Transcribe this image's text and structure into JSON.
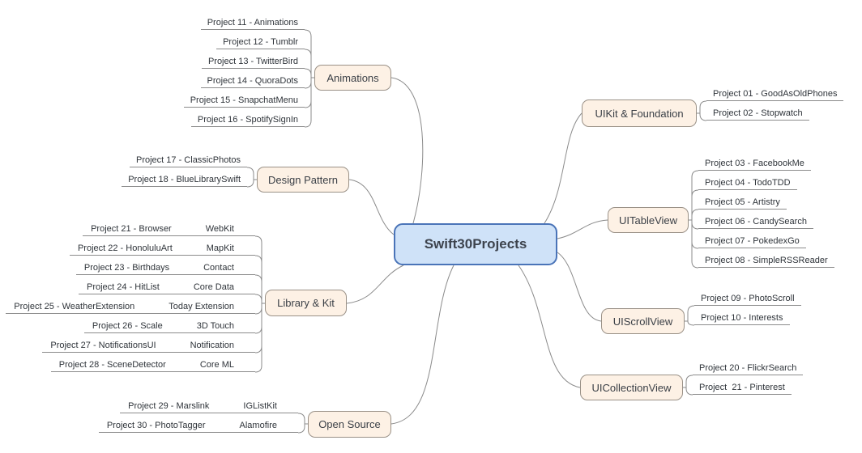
{
  "center": {
    "label": "Swift30Projects"
  },
  "colors": {
    "center_fill": "#cfe2f8",
    "center_border": "#4a74b8",
    "branch_fill": "#fdf1e5",
    "branch_border": "#9a9187",
    "connector_line": "#8b8b8b"
  },
  "branches": {
    "uikit_foundation": {
      "label": "UIKit & Foundation",
      "leaves": [
        "Project 01 - GoodAsOldPhones",
        "Project 02 - Stopwatch"
      ]
    },
    "uitableview": {
      "label": "UITableView",
      "leaves": [
        "Project 03 - FacebookMe",
        "Project 04 - TodoTDD",
        "Project 05 - Artistry",
        "Project 06 - CandySearch",
        "Project 07 - PokedexGo",
        "Project 08 - SimpleRSSReader"
      ]
    },
    "uiscrollview": {
      "label": "UIScrollView",
      "leaves": [
        "Project 09 - PhotoScroll",
        "Project 10 - Interests"
      ]
    },
    "uicollectionview": {
      "label": "UICollectionView",
      "leaves": [
        "Project 20 - FlickrSearch",
        "Project  21 - Pinterest"
      ]
    },
    "animations": {
      "label": "Animations",
      "leaves": [
        "Project 11 - Animations",
        "Project 12 - Tumblr",
        "Project 13 - TwitterBird",
        "Project 14 - QuoraDots",
        "Project 15 - SnapchatMenu",
        "Project 16 - SpotifySignIn"
      ]
    },
    "design_pattern": {
      "label": "Design Pattern",
      "leaves": [
        "Project 17 - ClassicPhotos",
        "Project 18 - BlueLibrarySwift"
      ]
    },
    "library_kit": {
      "label": "Library & Kit",
      "leaves": [
        {
          "project": "Project 21 - Browser",
          "kit": "WebKit"
        },
        {
          "project": "Project 22 - HonoluluArt",
          "kit": "MapKit"
        },
        {
          "project": "Project 23 - Birthdays",
          "kit": "Contact"
        },
        {
          "project": "Project 24 - HitList",
          "kit": "Core Data"
        },
        {
          "project": "Project 25 - WeatherExtension",
          "kit": "Today Extension"
        },
        {
          "project": "Project 26 - Scale",
          "kit": "3D Touch"
        },
        {
          "project": "Project 27 - NotificationsUI",
          "kit": "Notification"
        },
        {
          "project": "Project 28 - SceneDetector",
          "kit": "Core ML"
        }
      ]
    },
    "open_source": {
      "label": "Open Source",
      "leaves": [
        {
          "project": "Project 29 - Marslink",
          "kit": "IGListKit"
        },
        {
          "project": "Project 30 - PhotoTagger",
          "kit": "Alamofire"
        }
      ]
    }
  }
}
